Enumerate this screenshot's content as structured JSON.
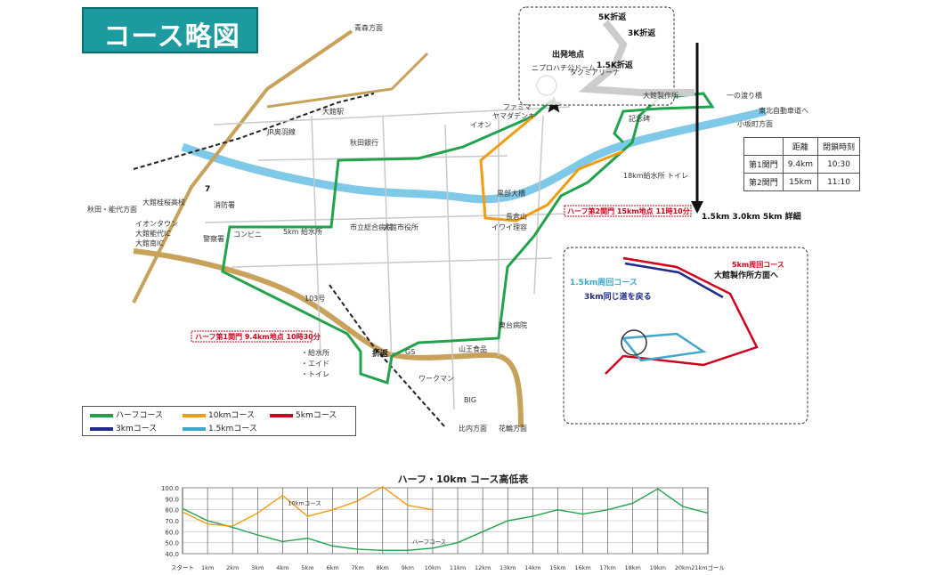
{
  "title": "コース略図",
  "map_labels": {
    "aomori": "青森方面",
    "odate_station": "大館駅",
    "jr_ou": "JR奥羽線",
    "akita_bank": "秋田銀行",
    "aeon": "イオン",
    "yamada_denki": "ヤマダデンキ",
    "famima": "ファミマ",
    "start": "出発地点",
    "niprohachi_dome": "ニプロハチ公ドーム",
    "tacomi_arena": "タクミアリーナ",
    "k15_turn": "1.5K折返",
    "k3_turn": "3K折返",
    "k5_turn": "5K折返",
    "odate_seisakusho": "大館製作所",
    "ichinowatari": "一の渡り橋",
    "tohoku_exp": "東北自動車道へ",
    "kosakamachi": "小坂町方面",
    "hanawa": "花輪方面",
    "hinai": "比内方面",
    "akita_noshiro": "秋田・能代方面",
    "ecoh": "大館桂桜高校",
    "aeon_town": "イオンタウン",
    "odate_nosiro_ic": "大館能代IC",
    "odate_minami_ic": "大館南IC",
    "shobo": "消防署",
    "keisatsu": "警察署",
    "conveni": "コンビニ",
    "shiyakusho": "大館市役所",
    "sogo_hospital": "市立総合病院",
    "orikaeshi": "折返",
    "gs": "GS",
    "workman": "ワークマン",
    "big": "BIG",
    "sanno_food": "山王食品",
    "higashidai_hospital": "東台病院",
    "route_103": "103号",
    "route_7": "7",
    "half_cp1": "ハーフ第1関門 9.4km地点 10時30分",
    "half_cp2": "ハーフ第2関門 15km地点 11時10分",
    "detail_title": "1.5km 3.0km 5km 詳細",
    "detail_5k": "5km周回コース",
    "detail_5k_sub": "大館製作所方面へ",
    "detail_15": "1.5km周回コース",
    "detail_3k": "3km同じ道を戻る",
    "km18": "18km給水所 トイレ",
    "km5": "5km 給水所",
    "kyusui": "・給水所",
    "aid": "・エイド",
    "toilet": "・トイレ",
    "kinenhi": "記念碑",
    "kurokawa": "黒部大橋",
    "nagakurayama": "長倉山",
    "iwai": "イワイ理容"
  },
  "checkpoint_table": {
    "headers": [
      "",
      "距離",
      "閉鎖時刻"
    ],
    "rows": [
      [
        "第1関門",
        "9.4km",
        "10:30"
      ],
      [
        "第2関門",
        "15km",
        "11:10"
      ]
    ]
  },
  "legend": [
    {
      "label": "ハーフコース",
      "color": "#21a24c"
    },
    {
      "label": "10kmコース",
      "color": "#f39c12"
    },
    {
      "label": "5kmコース",
      "color": "#d0021b"
    },
    {
      "label": "3kmコース",
      "color": "#1f2a8a"
    },
    {
      "label": "1.5kmコース",
      "color": "#3fa7c9"
    }
  ],
  "elevation": {
    "title": "ハーフ・10km コース高低表",
    "half_label": "ハーフコース",
    "ten_label": "10kmコース"
  },
  "chart_data": {
    "type": "line",
    "title": "ハーフ・10km コース高低表",
    "categories": [
      "スタート",
      "1km",
      "2km",
      "3km",
      "4km",
      "5km",
      "6km",
      "7km",
      "8km",
      "9km",
      "10km",
      "11km",
      "12km",
      "13km",
      "14km",
      "15km",
      "16km",
      "17km",
      "18km",
      "19km",
      "20km",
      "21kmゴール"
    ],
    "ylim": [
      40,
      100
    ],
    "yticks": [
      40.0,
      50.0,
      60.0,
      70.0,
      80.0,
      90.0,
      100.0
    ],
    "series": [
      {
        "name": "ハーフコース",
        "values": [
          81,
          70,
          64,
          57,
          51,
          54,
          47,
          44,
          43,
          43,
          45,
          50,
          60,
          70,
          74,
          80,
          76,
          80,
          86,
          99,
          83,
          77
        ],
        "color": "#21a24c"
      },
      {
        "name": "10kmコース",
        "values": [
          78,
          67,
          65,
          77,
          93,
          74,
          80,
          88,
          101,
          84,
          80
        ],
        "color": "#f39c12"
      }
    ]
  }
}
